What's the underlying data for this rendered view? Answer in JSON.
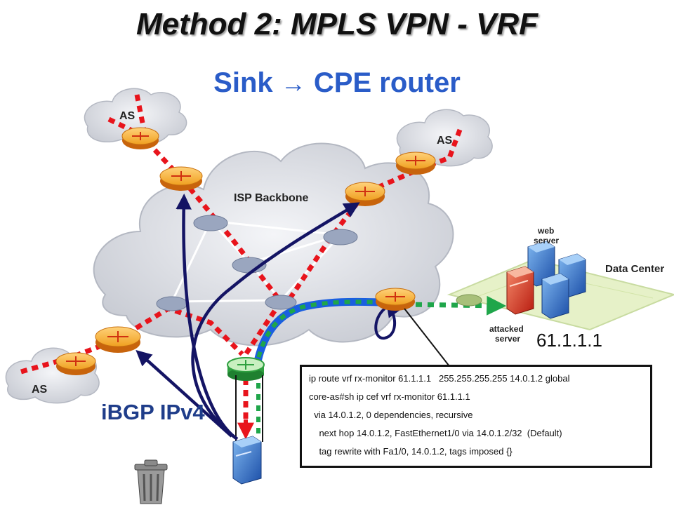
{
  "title": "Method 2: MPLS VPN - VRF",
  "subtitle": {
    "left": "Sink",
    "arrow": "→",
    "right": "CPE router"
  },
  "labels": {
    "as_top_left": "AS",
    "as_top_right": "AS",
    "as_bottom_left": "AS",
    "isp_backbone": "ISP Backbone",
    "web_server_line1": "web",
    "web_server_line2": "server",
    "data_center": "Data Center",
    "attacked_server_line1": "attacked",
    "attacked_server_line2": "server",
    "ip_address": "61.1.1.1",
    "ibgp": "iBGP IPv4"
  },
  "cli_box": {
    "lines": [
      "ip route vrf rx-monitor 61.1.1.1   255.255.255.255 14.0.1.2 global",
      "core-as#sh ip cef vrf rx-monitor 61.1.1.1",
      "  via 14.0.1.2, 0 dependencies, recursive",
      "    next hop 14.0.1.2, FastEthernet1/0 via 14.0.1.2/32  (Default)",
      "    tag rewrite with Fa1/0, 14.0.1.2, tags imposed {}"
    ]
  },
  "colors": {
    "title_blue": "#2a5cc8",
    "red_path": "#e8141c",
    "green_path": "#1fa64a",
    "blue_path": "#1a5fe0",
    "navy_arrow": "#141464",
    "router_orange": "#e89a1c"
  },
  "icons": [
    "cloud-icon",
    "router-icon",
    "server-icon",
    "trash-can-icon"
  ]
}
